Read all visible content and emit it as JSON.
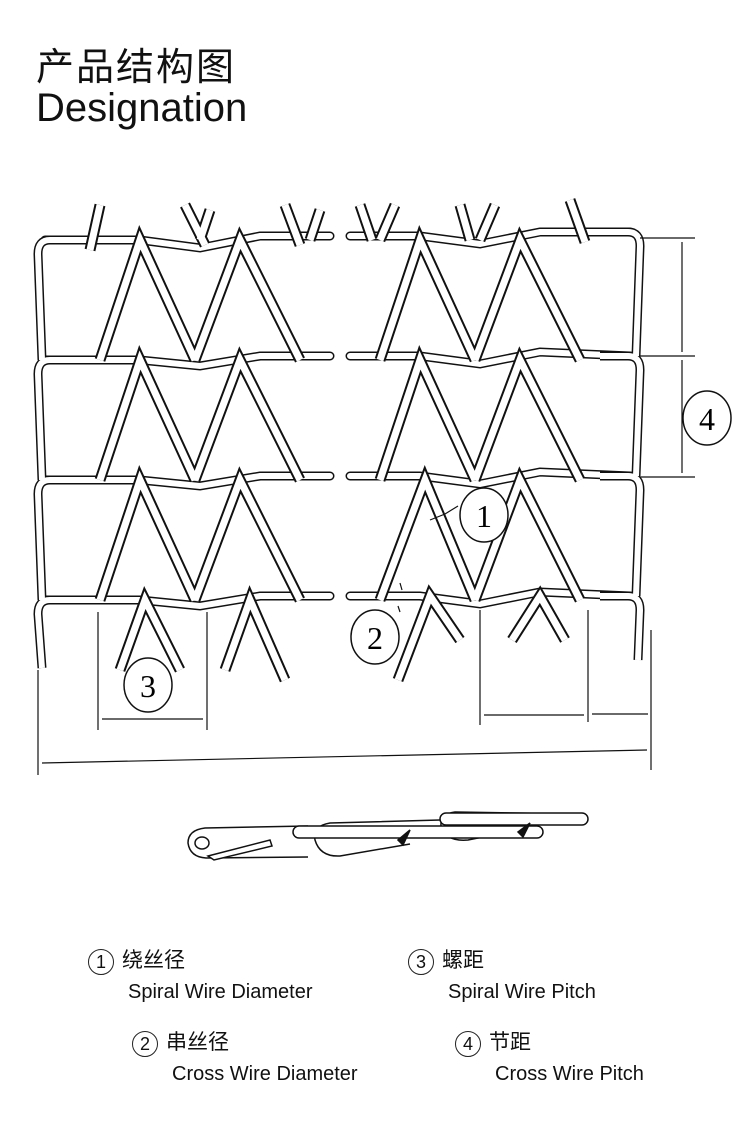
{
  "header": {
    "title_cn": "产品结构图",
    "title_en": "Designation"
  },
  "callouts": {
    "c1": "1",
    "c2": "2",
    "c3": "3",
    "c4": "4"
  },
  "legend": [
    {
      "num": "1",
      "cn": "绕丝径",
      "en": "Spiral Wire Diameter"
    },
    {
      "num": "2",
      "cn": "串丝径",
      "en": "Cross Wire Diameter"
    },
    {
      "num": "3",
      "cn": "螺距",
      "en": "Spiral Wire Pitch"
    },
    {
      "num": "4",
      "cn": "节距",
      "en": "Cross Wire Pitch"
    }
  ]
}
